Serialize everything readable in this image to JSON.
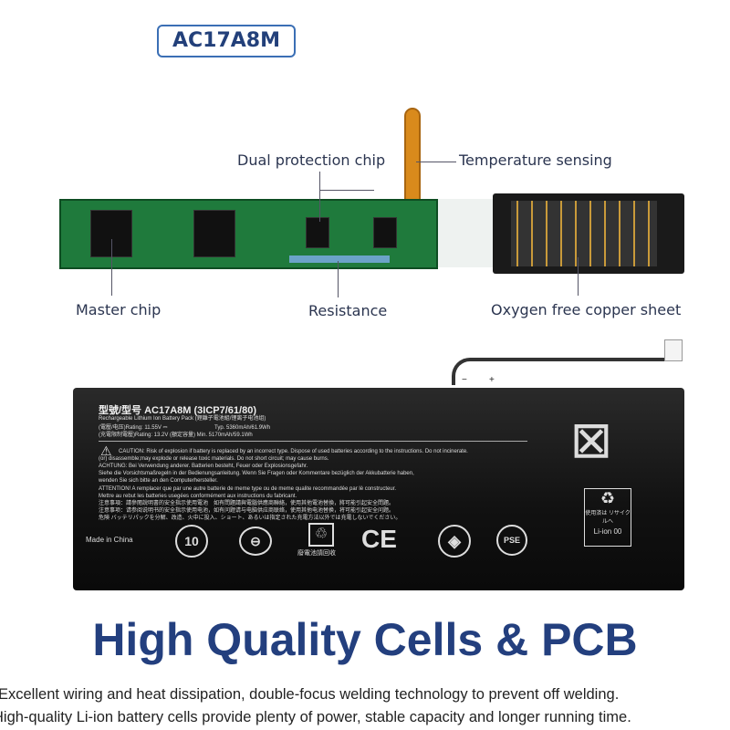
{
  "model_badge": "AC17A8M",
  "pcb_labels": {
    "dual_protection_chip": "Dual protection chip",
    "temperature_sensing": "Temperature sensing",
    "master_chip": "Master chip",
    "resistance": "Resistance",
    "oxygen_free_copper_sheet": "Oxygen free copper sheet"
  },
  "battery_label": {
    "model_line": "型號/型号 AC17A8M (3ICP7/61/80)",
    "pack_type": "Rechargeable Lithium Ion Battery Pack (鋰離子電池組/锂离子电池组)",
    "rating": "(電壓/电压)Rating: 11.55V ⎓",
    "typ_capacity": "Typ. 5360mAh/61.9Wh",
    "limit_rating": "(充電限制電壓)Rating: 13.2V (額定容量) Min. 5170mAh/59.1Wh",
    "caution": "CAUTION: Risk of explosion if battery is replaced by an incorrect type. Dispose of used batteries according to the instructions. Do not incinerate.",
    "caution2": "(or) disassemble;may explode or release toxic materials. Do not short circuit; may cause burns.",
    "achtung": "ACHTUNG: Bei Verwendung anderer. Batterien besteht, Feuer oder Explosionsgefahr.",
    "achtung2": "Siehe die Vorsichtsmaßregeln in der Bedienungsanleitung. Wenn Sie Fragen oder Kommentare bezüglich der Akkubatterie haben,",
    "achtung3": "wenden Sie sich bitte an den Computerhersteller.",
    "attention": "ATTENTION! A remplacer que par une autre batterie de meme type ou de meme qualite recommandée par lè constructeur.",
    "attention2": "Mettre au rebut les batteries usegées conformément aux instructions du fabricant.",
    "zh_tw": "注意事項：請參閱說明書的安全指示使用電池　如有問題請與電腦供應商聯絡，使用其他電池替換，將可能引起安全問題。",
    "zh_cn": "注意事项：请参阅说明书的安全指示使用电池，如有问题请与电脑供应商联络，使用其他电池替换，将可能引起安全问题。",
    "jp": "危険 バッテリパックを分解、改造、火中に投入、ショート、あるいは指定された充電方法以外では充電しないでください。",
    "made_in": "Made in China",
    "recycle_text": "廢電池請回收",
    "recycle_jp": "使用済は リサイクルへ",
    "li_ion": "Li-ion 00",
    "ten": "10",
    "ce": "CE",
    "pse": "PSE",
    "cable_minus": "−",
    "cable_plus": "+"
  },
  "heading": "High Quality Cells & PCB",
  "description": [
    "Excellent wiring and heat dissipation, double-focus welding technology to prevent off welding.",
    "High-quality Li-ion battery cells provide plenty of power, stable capacity and longer running time."
  ],
  "colors": {
    "heading": "#233f7e",
    "pcb": "#1f7a3c",
    "badge_border": "#3b6fb5",
    "flex_cable": "#d98a1c"
  }
}
